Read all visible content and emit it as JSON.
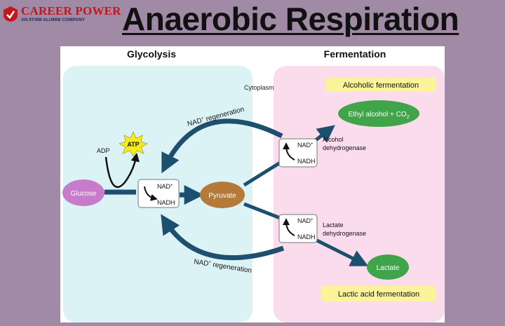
{
  "logo": {
    "name": "CAREER POWER",
    "tagline": "AN IIT/IIM ALUMNI COMPANY"
  },
  "title": "Anaerobic Respiration",
  "diagram": {
    "sections": {
      "glycolysis": "Glycolysis",
      "fermentation": "Fermentation",
      "cytoplasm": "Cytoplasm"
    },
    "nodes": {
      "glucose": "Glucose",
      "pyruvate": "Pyruvate",
      "atp": "ATP",
      "adp": "ADP",
      "ethyl_alcohol": "Ethyl alcohol + CO",
      "ethyl_alcohol_sub": "2",
      "lactate": "Lactate"
    },
    "cofactors": {
      "nad": "NAD",
      "nad_sup": "+",
      "nadh": "NADH"
    },
    "enzymes": {
      "alcohol_line1": "Alcohol",
      "alcohol_line2": "dehydrogenase",
      "lactate_line1": "Lactate",
      "lactate_line2": "dehydrogenase"
    },
    "regeneration": {
      "prefix": "NAD",
      "sup": "+",
      "suffix": " regeneration"
    },
    "labels": {
      "alcoholic": "Alcoholic fermentation",
      "lactic": "Lactic acid fermentation"
    },
    "colors": {
      "glycolysis_bg": "#dcf3f6",
      "fermentation_bg": "#fadcec",
      "arrow": "#1e4f6e",
      "glucose": "#c77bcb",
      "pyruvate": "#b5793a",
      "product": "#3fa44a",
      "atp": "#f7ea1b",
      "label_box": "#fbf39a"
    }
  }
}
